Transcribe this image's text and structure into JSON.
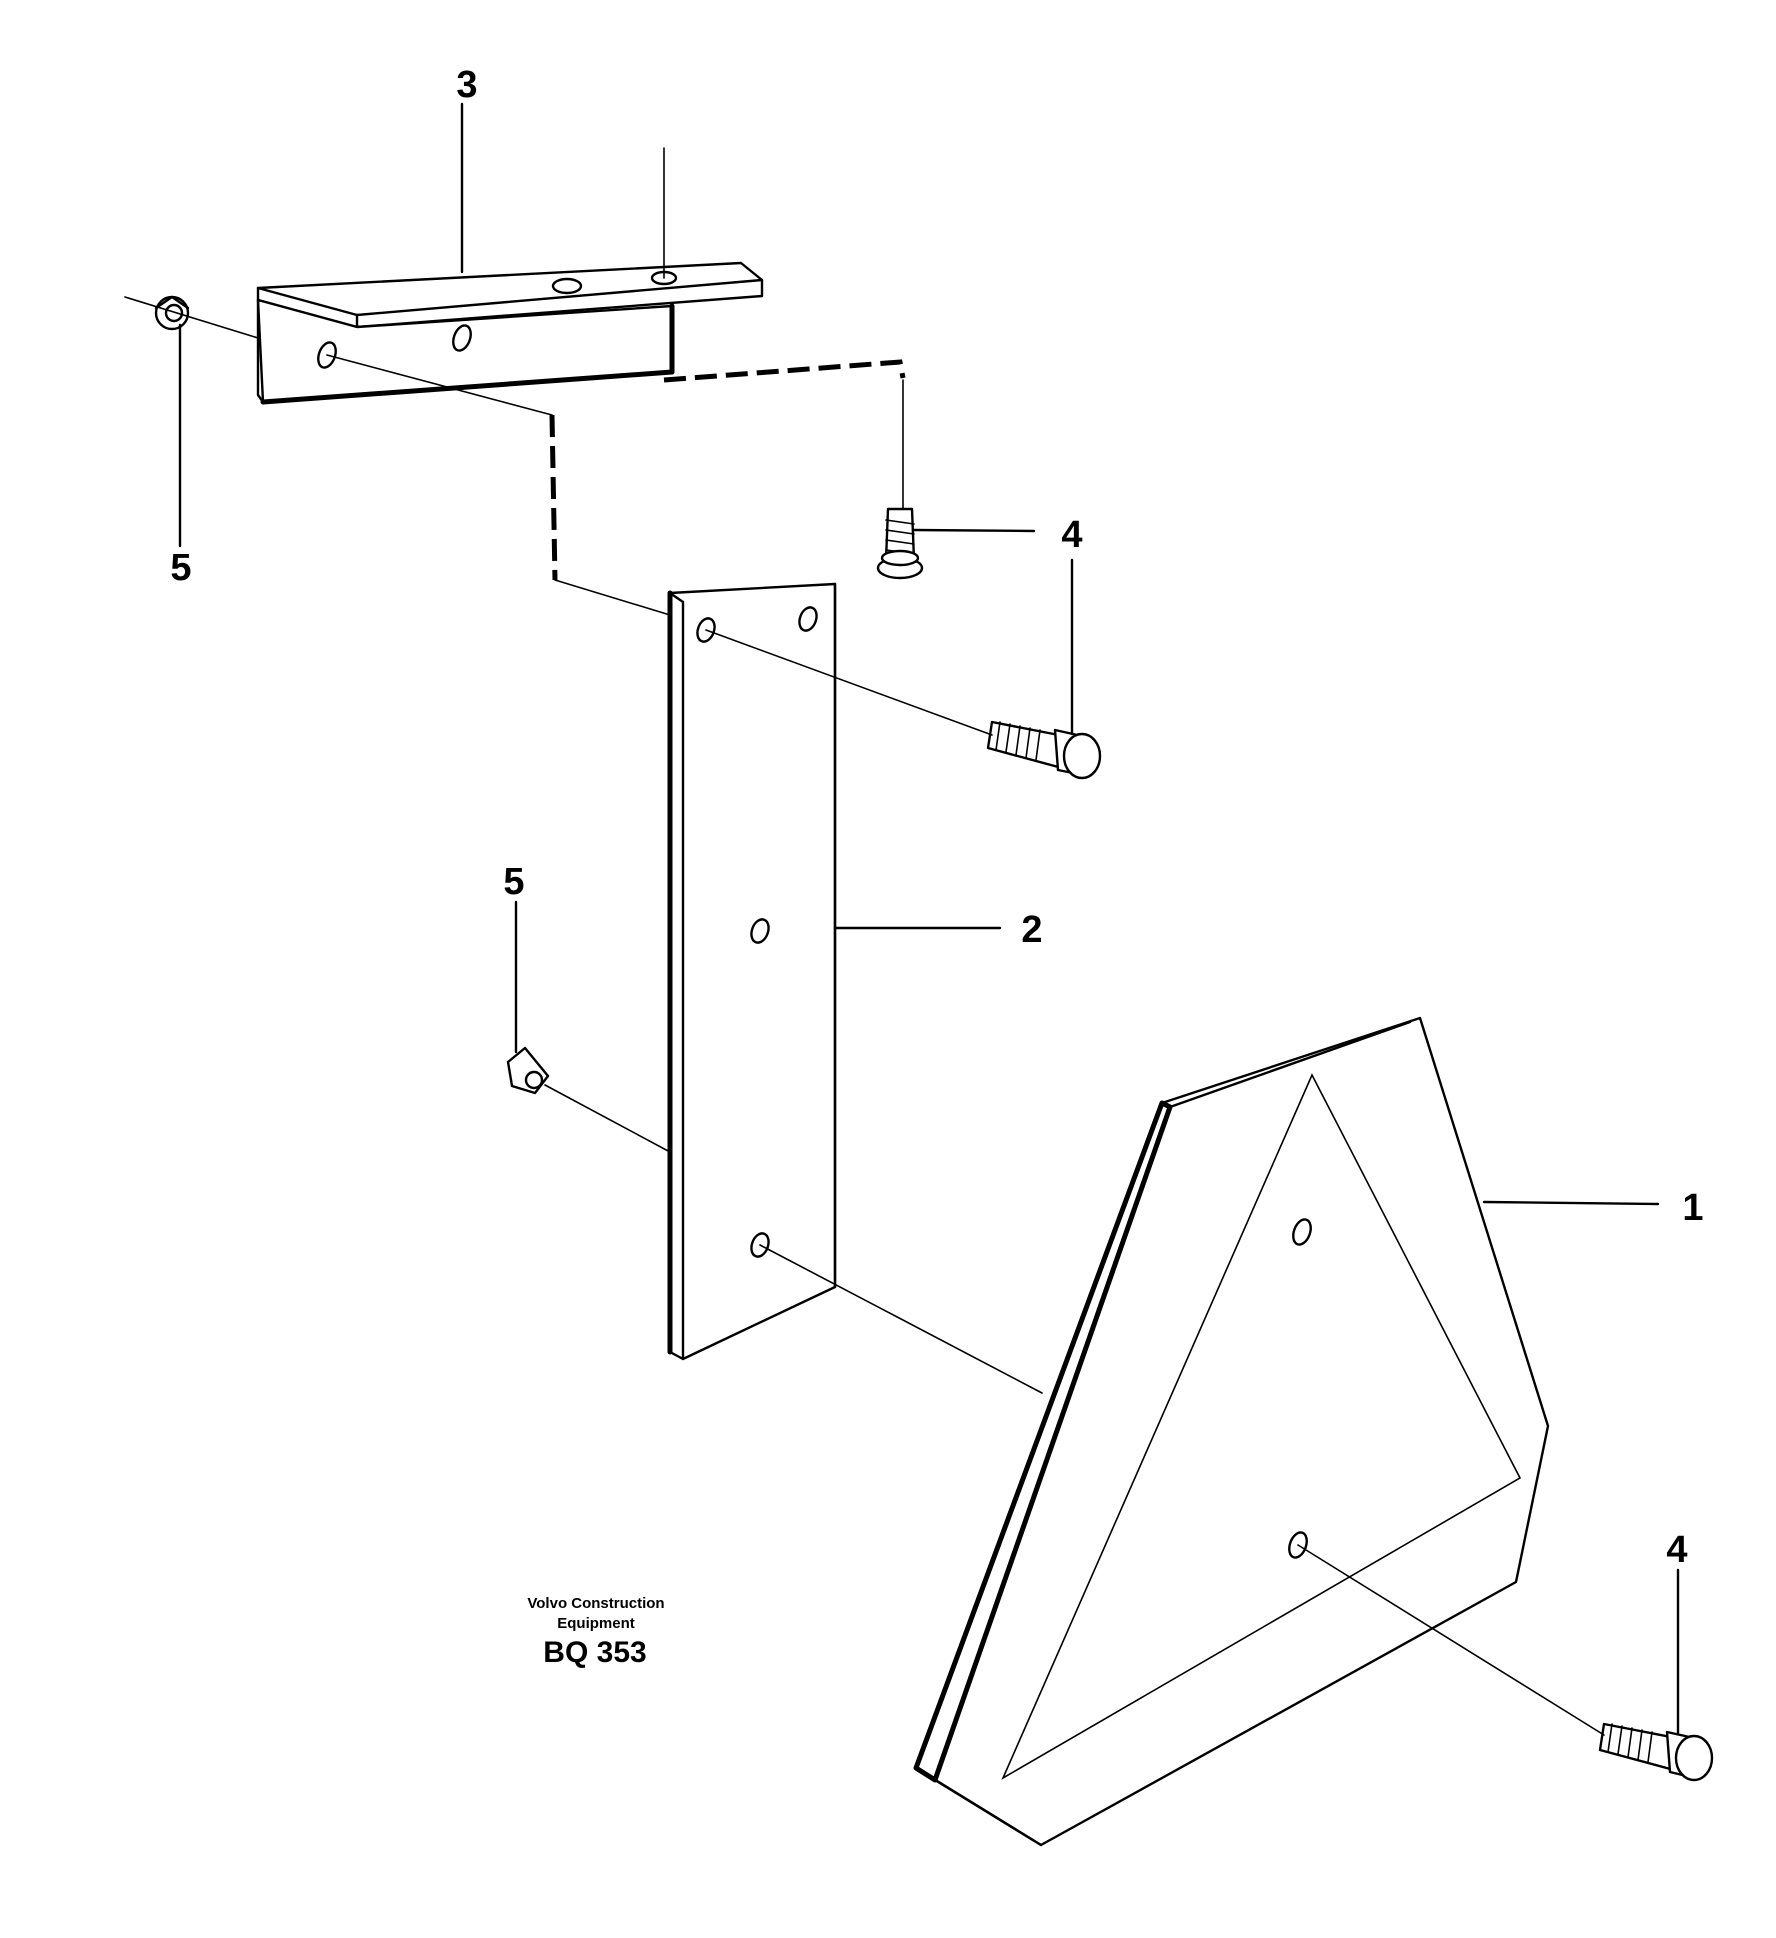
{
  "callouts": {
    "part_1": "1",
    "part_2": "2",
    "part_3": "3",
    "part_4_upper": "4",
    "part_4_lower": "4",
    "part_5_left": "5",
    "part_5_middle": "5"
  },
  "footer": {
    "brand_line_1": "Volvo Construction",
    "brand_line_2": "Equipment",
    "drawing_code": "BQ 353"
  }
}
